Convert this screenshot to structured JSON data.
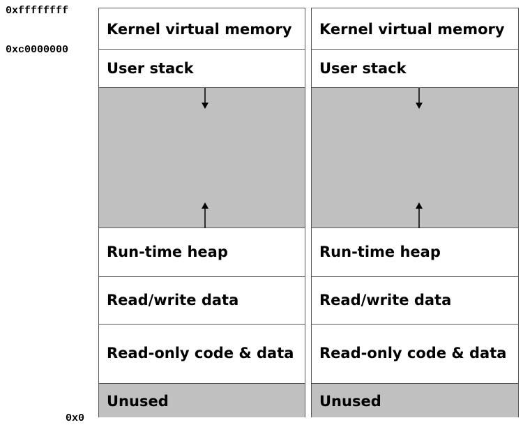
{
  "addresses": {
    "top": "0xffffffff",
    "kernel_base": "0xc0000000",
    "bottom": "0x0"
  },
  "columns": [
    {
      "regions": {
        "kernel": "Kernel virtual memory",
        "stack": "User stack",
        "heap": "Run-time heap",
        "rw": "Read/write data",
        "ro": "Read-only code & data",
        "unused": "Unused"
      }
    },
    {
      "regions": {
        "kernel": "Kernel virtual memory",
        "stack": "User stack",
        "heap": "Run-time heap",
        "rw": "Read/write data",
        "ro": "Read-only code & data",
        "unused": "Unused"
      }
    }
  ],
  "colors": {
    "shaded": "#c0c0c0",
    "border": "#555555"
  },
  "icons": [
    "arrow-down-icon",
    "arrow-up-icon"
  ]
}
